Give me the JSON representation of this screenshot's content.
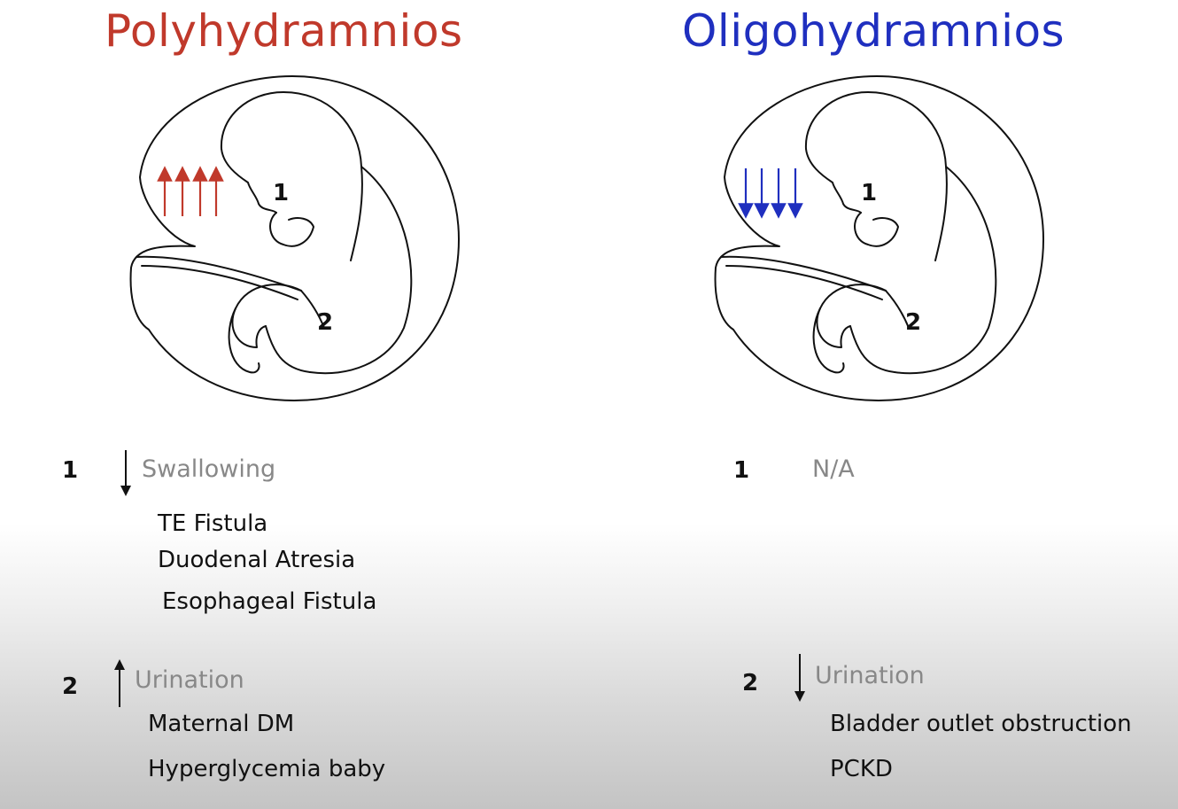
{
  "left": {
    "title": "Polyhydramnios",
    "title_color": "#c0392b",
    "diagram_labels": [
      "1",
      "2"
    ],
    "arrow_color": "#c0392b",
    "item1": {
      "number": "1",
      "direction": "down",
      "label": "Swallowing",
      "causes": [
        "TE Fistula",
        "Duodenal Atresia",
        "Esophageal Fistula"
      ]
    },
    "item2": {
      "number": "2",
      "direction": "up",
      "label": "Urination",
      "causes": [
        "Maternal DM",
        "Hyperglycemia baby"
      ]
    }
  },
  "right": {
    "title": "Oligohydramnios",
    "title_color": "#1f2fbf",
    "diagram_labels": [
      "1",
      "2"
    ],
    "arrow_color": "#1f2fbf",
    "item1": {
      "number": "1",
      "label": "N/A"
    },
    "item2": {
      "number": "2",
      "direction": "down",
      "label": "Urination",
      "causes": [
        "Bladder outlet obstruction",
        "PCKD"
      ]
    }
  }
}
